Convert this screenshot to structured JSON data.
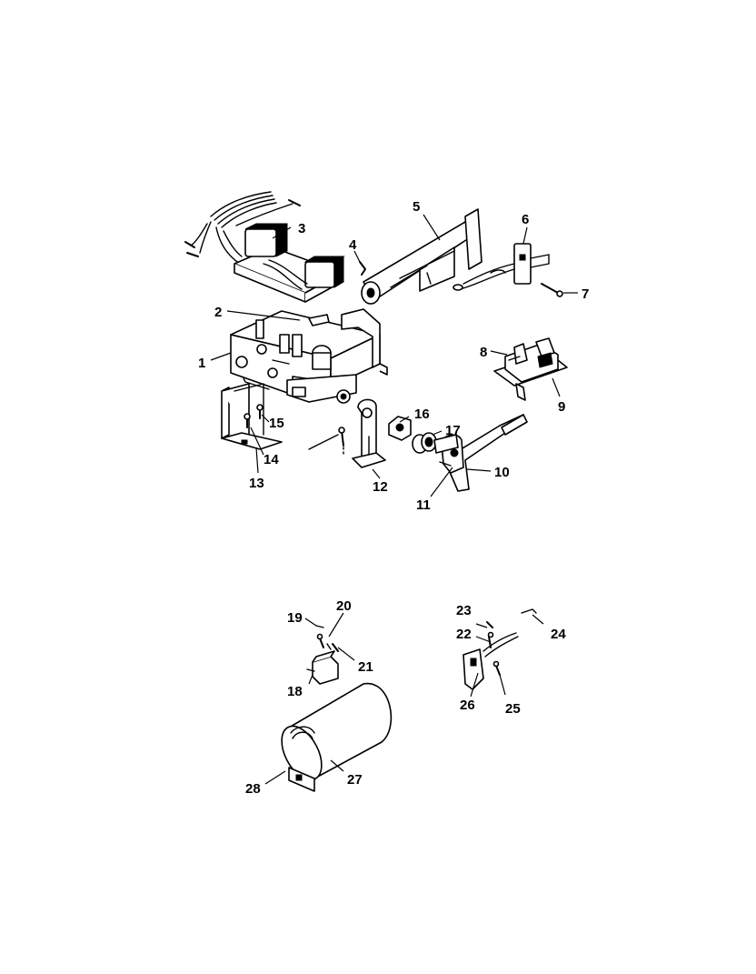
{
  "diagram": {
    "labels": {
      "l1": "1",
      "l2": "2",
      "l3": "3",
      "l4": "4",
      "l5": "5",
      "l6": "6",
      "l7": "7",
      "l8": "8",
      "l9": "9",
      "l10": "10",
      "l11": "11",
      "l12": "12",
      "l13": "13",
      "l14": "14",
      "l15": "15",
      "l16": "16",
      "l17": "17",
      "l18": "18",
      "l19": "19",
      "l20": "20",
      "l21": "21",
      "l22": "22",
      "l23": "23",
      "l24": "24",
      "l25": "25",
      "l26": "26",
      "l27": "27",
      "l28": "28"
    }
  }
}
